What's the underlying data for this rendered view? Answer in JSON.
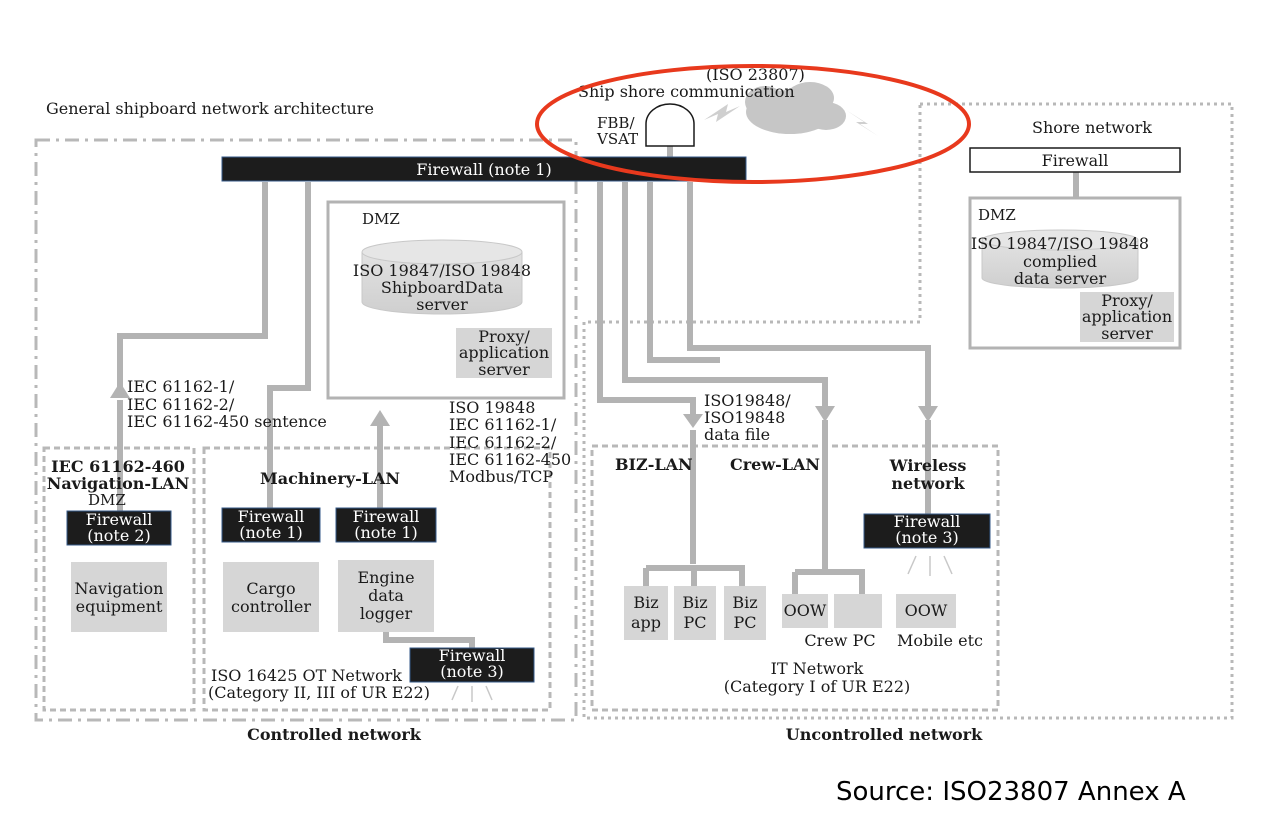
{
  "title": "General shipboard network architecture",
  "ship_shore": {
    "standard": "(ISO 23807)",
    "label": "Ship shore communication",
    "antenna_line1": "FBB/",
    "antenna_line2": "VSAT"
  },
  "main_firewall": "Firewall (note 1)",
  "dmz": {
    "label": "DMZ",
    "server_line1": "ISO 19847/ISO 19848",
    "server_line2": "ShipboardData",
    "server_line3": "server",
    "proxy_line1": "Proxy/",
    "proxy_line2": "application",
    "proxy_line3": "server"
  },
  "shore": {
    "label": "Shore network",
    "firewall": "Firewall",
    "dmz": "DMZ",
    "server_line1": "ISO 19847/ISO 19848",
    "server_line2": "complied",
    "server_line3": "data server",
    "proxy_line1": "Proxy/",
    "proxy_line2": "application",
    "proxy_line3": "server"
  },
  "nav_protocols": [
    "IEC 61162-1/",
    "IEC 61162-2/",
    "IEC 61162-450 sentence"
  ],
  "machinery_protocols": [
    "ISO 19848",
    "IEC 61162-1/",
    "IEC 61162-2/",
    "IEC 61162-450",
    "Modbus/TCP"
  ],
  "it_protocols": [
    "ISO19848/",
    "ISO19848",
    "data file"
  ],
  "nav_lan": {
    "title_line1": "IEC 61162-460",
    "title_line2": "Navigation-LAN",
    "dmz": "DMZ",
    "fw_line1": "Firewall",
    "fw_line2": "(note 2)",
    "equip_line1": "Navigation",
    "equip_line2": "equipment"
  },
  "machinery_lan": {
    "title": "Machinery-LAN",
    "fw1_line1": "Firewall",
    "fw1_line2": "(note 1)",
    "fw2_line1": "Firewall",
    "fw2_line2": "(note 1)",
    "cargo_line1": "Cargo",
    "cargo_line2": "controller",
    "engine_line1": "Engine",
    "engine_line2": "data",
    "engine_line3": "logger",
    "fw3_line1": "Firewall",
    "fw3_line2": "(note 3)",
    "ot_line1": "ISO 16425 OT Network",
    "ot_line2": "(Category II, III of UR E22)"
  },
  "it_network": {
    "biz_lan": "BIZ-LAN",
    "crew_lan": "Crew-LAN",
    "wireless_line1": "Wireless",
    "wireless_line2": "network",
    "fw_line1": "Firewall",
    "fw_line2": "(note 3)",
    "biz_app_line1": "Biz",
    "biz_app_line2": "app",
    "biz_pc1_line1": "Biz",
    "biz_pc1_line2": "PC",
    "biz_pc2_line1": "Biz",
    "biz_pc2_line2": "PC",
    "oow1": "OOW",
    "oow2": "OOW",
    "crew_pc": "Crew PC",
    "mobile": "Mobile etc",
    "it_line1": "IT Network",
    "it_line2": "(Category I of UR E22)"
  },
  "controlled_label": "Controlled network",
  "uncontrolled_label": "Uncontrolled network",
  "source": "Source: ISO23807 Annex A",
  "colors": {
    "firewall_fill": "#1c1c1c",
    "link_gray": "#b3b3b3",
    "device_gray": "#d6d6d6",
    "highlight_red": "#e8391d"
  }
}
